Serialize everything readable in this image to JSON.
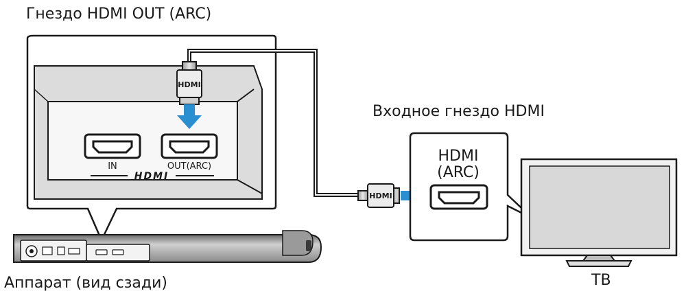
{
  "labels": {
    "hdmi_out_jack": "Гнездо HDMI OUT (ARC)",
    "hdmi_input_jack": "Входное гнездо HDMI",
    "unit_rear": "Аппарат (вид сзади)",
    "tv": "ТВ"
  },
  "tv_port": {
    "line1": "HDMI",
    "line2": "(ARC)"
  },
  "panel": {
    "in_label": "IN",
    "out_label": "OUT(ARC)",
    "brand": "HDMI"
  },
  "plug_label": "HDMI",
  "colors": {
    "arrow": "#2a8fd0",
    "outline": "#1a1a1a",
    "panel_gray": "#dcdcdc",
    "tv_screen": "#d8d8d8"
  }
}
